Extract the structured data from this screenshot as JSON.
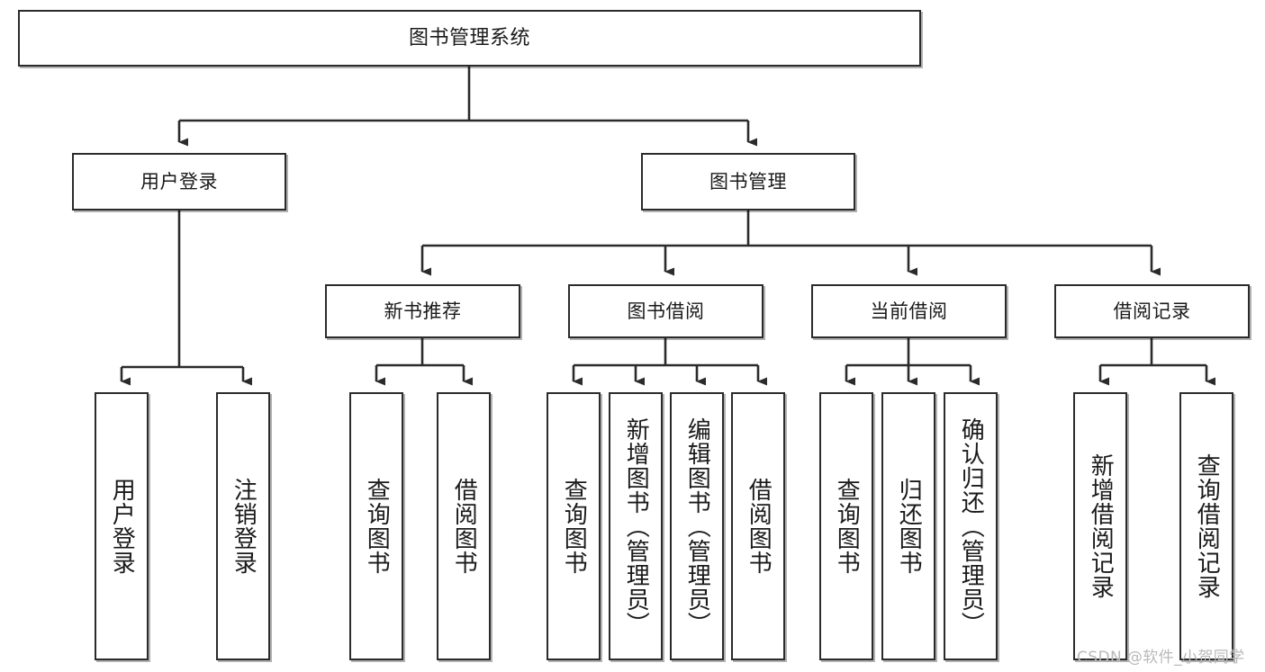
{
  "diagram": {
    "title": "图书管理系统",
    "watermark": "CSDN @软件_小贺同学",
    "line_color": "#2b2b2b",
    "box_fill": "#ffffff",
    "text_color": "#1a1a1a",
    "root": {
      "label": "图书管理系统"
    },
    "level1": [
      {
        "label": "用户登录"
      },
      {
        "label": "图书管理"
      }
    ],
    "level2": [
      {
        "label": "新书推荐"
      },
      {
        "label": "图书借阅"
      },
      {
        "label": "当前借阅"
      },
      {
        "label": "借阅记录"
      }
    ],
    "leaves": {
      "user_login": [
        {
          "label": "用户登录"
        },
        {
          "label": "注销登录"
        }
      ],
      "new_book_rec": [
        {
          "label": "查询图书"
        },
        {
          "label": "借阅图书"
        }
      ],
      "book_borrow": [
        {
          "label": "查询图书"
        },
        {
          "label": "新增图书（管理员）"
        },
        {
          "label": "编辑图书（管理员）"
        },
        {
          "label": "借阅图书"
        }
      ],
      "current_borrow": [
        {
          "label": "查询图书"
        },
        {
          "label": "归还图书"
        },
        {
          "label": "确认归还（管理员）"
        }
      ],
      "borrow_record": [
        {
          "label": "新增借阅记录"
        },
        {
          "label": "查询借阅记录"
        }
      ]
    }
  }
}
